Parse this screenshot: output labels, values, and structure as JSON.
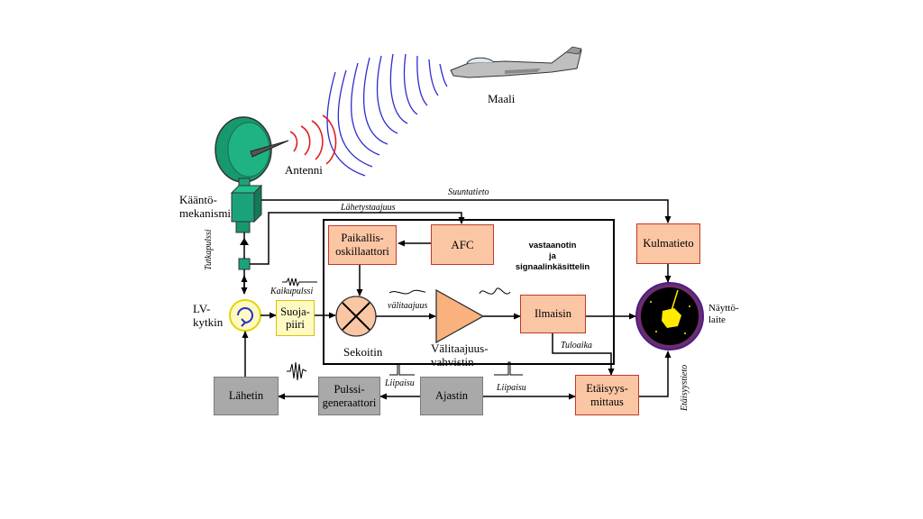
{
  "labels": {
    "target": "Maali",
    "antenna": "Antenni",
    "rotator": "Kääntö-\nmekanismi",
    "duplexer": "LV-\nkytkin",
    "protector": "Suoja-\npiiri",
    "mixer": "Sekoitin",
    "if_amplifier": "Välitaajuus-\nvahvistin",
    "display": "Näyttö-\nlaite",
    "receiver_title": "vastaanotin\nja\nsignaalinkäsittelin"
  },
  "boxes": {
    "local_oscillator": "Paikallis-\noskillaattori",
    "afc": "AFC",
    "detector": "Ilmaisin",
    "angle_info": "Kulmatieto",
    "range_measure": "Etäisyys-\nmittaus",
    "transmitter": "Lähetin",
    "pulse_generator": "Pulssi-\ngeneraattori",
    "timer": "Ajastin"
  },
  "signals": {
    "direction_info": "Suuntatieto",
    "transmit_freq": "Lähetystaajuus",
    "radar_pulse": "Tutkapulssi",
    "echo_pulse": "Kaikupulssi",
    "if_signal": "välitaajuus",
    "arrival_time": "Tuloaika",
    "trigger_1": "Liipaisu",
    "trigger_2": "Liipaisu",
    "range_info": "Etäisyystieto"
  },
  "colors": {
    "box_fill": "#fbc6a4",
    "box_border": "#c0392b",
    "gray_box": "#a9a9a9",
    "antenna": "#1aa37a",
    "wave_blue": "#2c2ccf",
    "wave_red": "#e02020",
    "amplifier": "#f9b27e"
  }
}
